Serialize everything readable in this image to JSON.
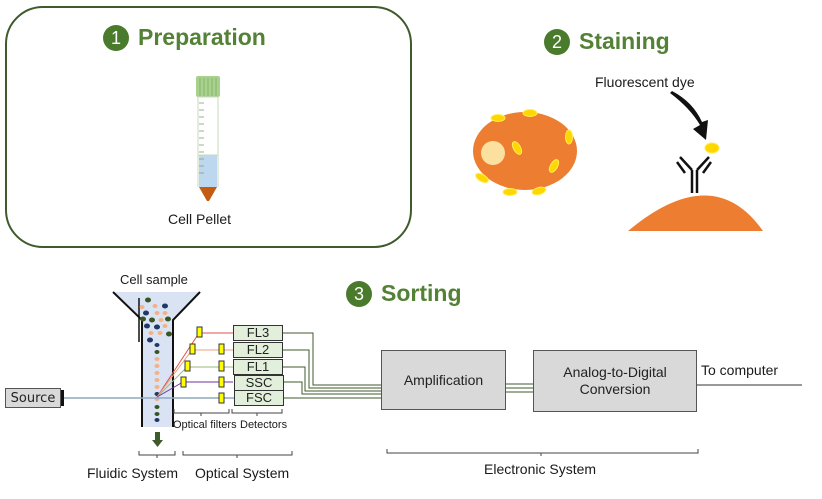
{
  "panels": {
    "preparation": {
      "number": "1",
      "title": "Preparation",
      "tube_label": "Cell Pellet"
    },
    "staining": {
      "number": "2",
      "title": "Staining",
      "dye_label": "Fluorescent dye"
    },
    "sorting": {
      "number": "3",
      "title": "Sorting",
      "cell_sample_label": "Cell sample",
      "source_label": "Source",
      "detectors": [
        "FL3",
        "FL2",
        "FL1",
        "SSC",
        "FSC"
      ],
      "optical_filters_label": "Optical filters",
      "detectors_label": "Detectors",
      "fluidic_system_label": "Fluidic System",
      "optical_system_label": "Optical System",
      "amplification_label": "Amplification",
      "adc_label_line1": "Analog-to-Digital",
      "adc_label_line2": "Conversion",
      "to_computer_label": "To computer",
      "electronic_system_label": "Electronic System"
    }
  },
  "colors": {
    "panel_border": "#3f5a2c",
    "title_green": "#538135",
    "cell_orange": "#ed7d31",
    "dye_yellow": "#ffd700",
    "filter_yellow": "#ffff00",
    "detector_fill": "#e2efda",
    "box_gray": "#d9d9d9",
    "fluid_blue": "#dae3f3"
  }
}
